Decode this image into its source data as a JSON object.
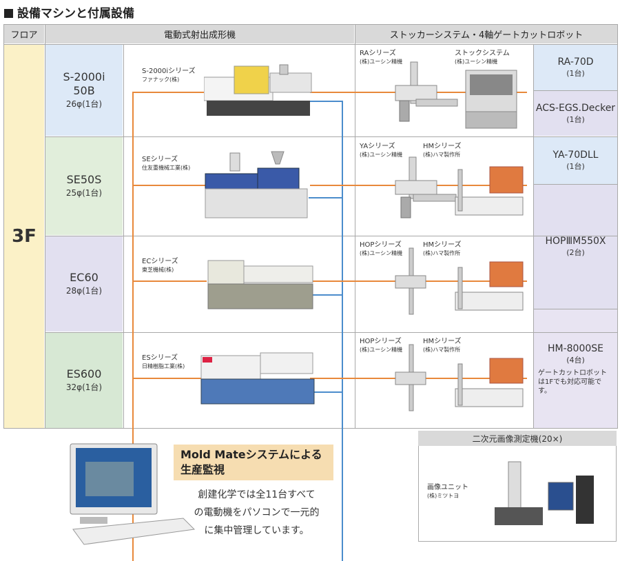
{
  "page_title": "設備マシンと付属設備",
  "headers": {
    "floor": "フロア",
    "machines": "電動式射出成形機",
    "robots": "ストッカーシステム・4軸ゲートカットロボット"
  },
  "floor": "3F",
  "machines": [
    {
      "name": "S-2000i",
      "name2": "50B",
      "spec": "26φ(1台)",
      "series": "S-2000iシリーズ",
      "maker": "ファナック(株)"
    },
    {
      "name": "SE50S",
      "spec": "25φ(1台)",
      "series": "SEシリーズ",
      "maker": "住友重機械工業(株)"
    },
    {
      "name": "EC60",
      "spec": "28φ(1台)",
      "series": "ECシリーズ",
      "maker": "東芝機械(株)"
    },
    {
      "name": "ES600",
      "spec": "32φ(1台)",
      "series": "ESシリーズ",
      "maker": "日精樹脂工業(株)"
    }
  ],
  "robot_rows": [
    {
      "left_series": "RAシリーズ",
      "left_maker": "(株)ユーシン精機",
      "right_series": "ストックシステム",
      "right_maker": "(株)ユーシン精機"
    },
    {
      "left_series": "YAシリーズ",
      "left_maker": "(株)ユーシン精機",
      "right_series": "HMシリーズ",
      "right_maker": "(株)ハマ製作所"
    },
    {
      "left_series": "HOPシリーズ",
      "left_maker": "(株)ユーシン精機",
      "right_series": "HMシリーズ",
      "right_maker": "(株)ハマ製作所"
    },
    {
      "left_series": "HOPシリーズ",
      "left_maker": "(株)ユーシン精機",
      "right_series": "HMシリーズ",
      "right_maker": "(株)ハマ製作所"
    }
  ],
  "robot_models": [
    {
      "name": "RA-70D",
      "count": "(1台)"
    },
    {
      "name": "ACS-EGS.Decker",
      "count": "(1台)"
    },
    {
      "name": "YA-70DLL",
      "count": "(1台)"
    },
    {
      "name": "HOPⅢM550X",
      "count": "(2台)"
    },
    {
      "name": "HM-8000SE",
      "count": "(4台)",
      "note": "ゲートカットロボットは1Fでも対応可能です。"
    }
  ],
  "mold_mate": {
    "title_line1": "Mold Mateシステムによる",
    "title_line2": "生産監視",
    "body_line1": "創建化学では全11台すべて",
    "body_line2": "の電動機をパソコンで一元的",
    "body_line3": "に集中管理しています。"
  },
  "measurement": {
    "header": "二次元画像測定機(20×)",
    "label": "画像ユニット",
    "maker": "(株)ミツトヨ"
  },
  "colors": {
    "wire_orange": "#e8883a",
    "wire_blue": "#4a8ccc",
    "header_gray": "#d9d9d9",
    "floor_yellow": "#fbf1c7"
  }
}
